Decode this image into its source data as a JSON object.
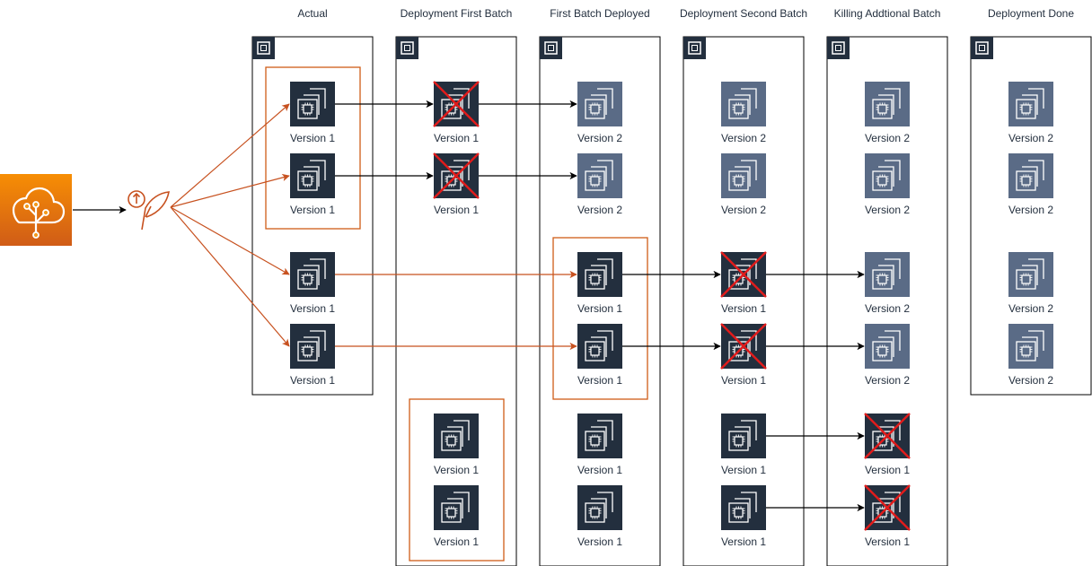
{
  "columns": [
    {
      "title": "Actual"
    },
    {
      "title": "Deployment First Batch"
    },
    {
      "title": "First Batch Deployed"
    },
    {
      "title": "Deployment Second Batch"
    },
    {
      "title": "Killing Addtional Batch"
    },
    {
      "title": "Deployment Done"
    }
  ],
  "instances": [
    {
      "col": 0,
      "slot": 0,
      "version": "v1",
      "label": "Version 1",
      "killed": false
    },
    {
      "col": 0,
      "slot": 1,
      "version": "v1",
      "label": "Version 1",
      "killed": false
    },
    {
      "col": 0,
      "slot": 2,
      "version": "v1",
      "label": "Version 1",
      "killed": false
    },
    {
      "col": 0,
      "slot": 3,
      "version": "v1",
      "label": "Version 1",
      "killed": false
    },
    {
      "col": 1,
      "slot": 0,
      "version": "v1",
      "label": "Version 1",
      "killed": true
    },
    {
      "col": 1,
      "slot": 1,
      "version": "v1",
      "label": "Version 1",
      "killed": true
    },
    {
      "col": 1,
      "slot": 4,
      "version": "v1",
      "label": "Version 1",
      "killed": false
    },
    {
      "col": 1,
      "slot": 5,
      "version": "v1",
      "label": "Version 1",
      "killed": false
    },
    {
      "col": 2,
      "slot": 0,
      "version": "v2",
      "label": "Version 2",
      "killed": false
    },
    {
      "col": 2,
      "slot": 1,
      "version": "v2",
      "label": "Version 2",
      "killed": false
    },
    {
      "col": 2,
      "slot": 2,
      "version": "v1",
      "label": "Version 1",
      "killed": false
    },
    {
      "col": 2,
      "slot": 3,
      "version": "v1",
      "label": "Version 1",
      "killed": false
    },
    {
      "col": 2,
      "slot": 4,
      "version": "v1",
      "label": "Version 1",
      "killed": false
    },
    {
      "col": 2,
      "slot": 5,
      "version": "v1",
      "label": "Version 1",
      "killed": false
    },
    {
      "col": 3,
      "slot": 0,
      "version": "v2",
      "label": "Version 2",
      "killed": false
    },
    {
      "col": 3,
      "slot": 1,
      "version": "v2",
      "label": "Version 2",
      "killed": false
    },
    {
      "col": 3,
      "slot": 2,
      "version": "v1",
      "label": "Version 1",
      "killed": true
    },
    {
      "col": 3,
      "slot": 3,
      "version": "v1",
      "label": "Version 1",
      "killed": true
    },
    {
      "col": 3,
      "slot": 4,
      "version": "v1",
      "label": "Version 1",
      "killed": false
    },
    {
      "col": 3,
      "slot": 5,
      "version": "v1",
      "label": "Version 1",
      "killed": false
    },
    {
      "col": 4,
      "slot": 0,
      "version": "v2",
      "label": "Version 2",
      "killed": false
    },
    {
      "col": 4,
      "slot": 1,
      "version": "v2",
      "label": "Version 2",
      "killed": false
    },
    {
      "col": 4,
      "slot": 2,
      "version": "v2",
      "label": "Version 2",
      "killed": false
    },
    {
      "col": 4,
      "slot": 3,
      "version": "v2",
      "label": "Version 2",
      "killed": false
    },
    {
      "col": 4,
      "slot": 4,
      "version": "v1",
      "label": "Version 1",
      "killed": true
    },
    {
      "col": 4,
      "slot": 5,
      "version": "v1",
      "label": "Version 1",
      "killed": true
    },
    {
      "col": 5,
      "slot": 0,
      "version": "v2",
      "label": "Version 2",
      "killed": false
    },
    {
      "col": 5,
      "slot": 1,
      "version": "v2",
      "label": "Version 2",
      "killed": false
    },
    {
      "col": 5,
      "slot": 2,
      "version": "v2",
      "label": "Version 2",
      "killed": false
    },
    {
      "col": 5,
      "slot": 3,
      "version": "v2",
      "label": "Version 2",
      "killed": false
    }
  ],
  "batches": [
    {
      "col": 0,
      "slots": [
        0,
        1
      ]
    },
    {
      "col": 1,
      "slots": [
        4,
        5
      ]
    },
    {
      "col": 2,
      "slots": [
        2,
        3
      ]
    }
  ],
  "transitions": [
    {
      "from": [
        0,
        0
      ],
      "to": [
        1,
        0
      ],
      "style": "black"
    },
    {
      "from": [
        0,
        1
      ],
      "to": [
        1,
        1
      ],
      "style": "black"
    },
    {
      "from": [
        1,
        0
      ],
      "to": [
        2,
        0
      ],
      "style": "black"
    },
    {
      "from": [
        1,
        1
      ],
      "to": [
        2,
        1
      ],
      "style": "black"
    },
    {
      "from": [
        0,
        2
      ],
      "to": [
        2,
        2
      ],
      "style": "orange"
    },
    {
      "from": [
        0,
        3
      ],
      "to": [
        2,
        3
      ],
      "style": "orange"
    },
    {
      "from": [
        2,
        2
      ],
      "to": [
        3,
        2
      ],
      "style": "black"
    },
    {
      "from": [
        2,
        3
      ],
      "to": [
        3,
        3
      ],
      "style": "black"
    },
    {
      "from": [
        3,
        2
      ],
      "to": [
        4,
        2
      ],
      "style": "black"
    },
    {
      "from": [
        3,
        3
      ],
      "to": [
        4,
        3
      ],
      "style": "black"
    },
    {
      "from": [
        3,
        4
      ],
      "to": [
        4,
        4
      ],
      "style": "black"
    },
    {
      "from": [
        3,
        5
      ],
      "to": [
        4,
        5
      ],
      "style": "black"
    }
  ],
  "elastic_beanstalk": {
    "icon": "elastic-beanstalk-icon"
  },
  "load_balancer": {
    "icon": "beanstalk-deploy-icon",
    "targets": [
      0,
      1,
      2,
      3
    ]
  },
  "colors": {
    "v1_fill": "#232f3e",
    "v2_fill": "#5a6b86",
    "batch_border": "#d05c17",
    "orange_arrow": "#c7511f",
    "kill_cross": "#e01b1b",
    "eb_top": "#f78e04",
    "eb_bottom": "#d05c17"
  }
}
